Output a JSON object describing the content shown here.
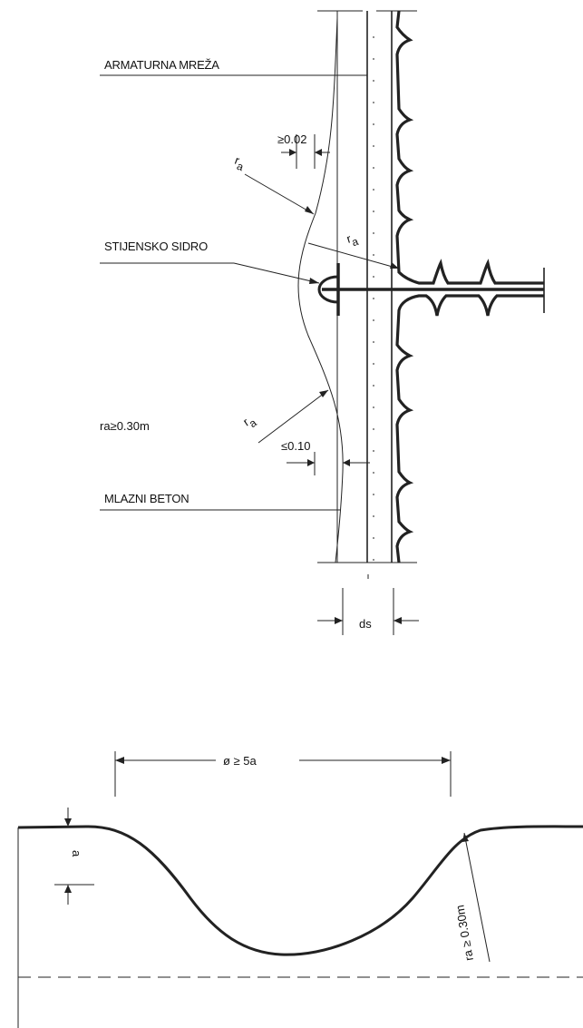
{
  "labels": {
    "armaturna": "ARMATURNA MREŽA",
    "stijensko": "STIJENSKO SIDRO",
    "mlazni": "MLAZNI BETON",
    "ra_min": "ra≥0.30m"
  },
  "dims": {
    "gap_top": "≥0.02",
    "gap_bottom": "≤0.10",
    "ds": "ds",
    "radius_sym": "r",
    "radius_sub": "a",
    "span": "ø ≥ 5a",
    "depth": "a",
    "bottom_radius": "ra ≥ 0.30m"
  },
  "colors": {
    "ink": "#222222",
    "background": "#ffffff"
  }
}
